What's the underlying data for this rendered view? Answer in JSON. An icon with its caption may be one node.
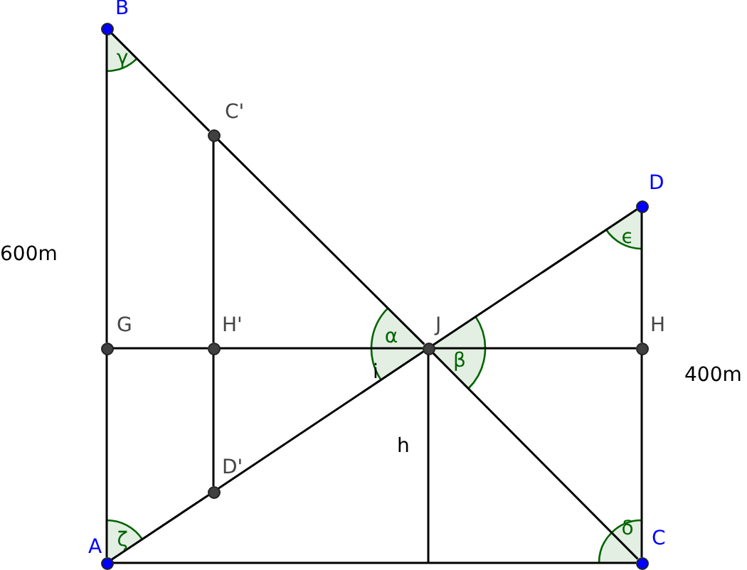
{
  "diagram": {
    "nodes": [
      {
        "text": [
          "B"
        ]
      },
      {
        "text": [
          "C'"
        ]
      },
      {
        "text": [
          "D"
        ]
      },
      {
        "text": [
          "G"
        ]
      },
      {
        "text": [
          "H'"
        ]
      },
      {
        "text": [
          "J"
        ]
      },
      {
        "text": [
          "H"
        ]
      },
      {
        "text": [
          "D'"
        ]
      },
      {
        "text": [
          "A"
        ]
      },
      {
        "text": [
          "C"
        ]
      }
    ],
    "edges": [
      {
        "from": 0,
        "to": 1,
        "arrow": "none"
      },
      {
        "from": 1,
        "to": 5,
        "arrow": "none"
      },
      {
        "from": 5,
        "to": 9,
        "arrow": "none"
      },
      {
        "from": 8,
        "to": 7,
        "arrow": "none"
      },
      {
        "from": 7,
        "to": 5,
        "arrow": "none",
        "label": "i"
      },
      {
        "from": 5,
        "to": 2,
        "arrow": "none"
      },
      {
        "from": 3,
        "to": 4,
        "arrow": "none"
      },
      {
        "from": 4,
        "to": 5,
        "arrow": "none"
      },
      {
        "from": 5,
        "to": 6,
        "arrow": "none"
      },
      {
        "from": 0,
        "to": 3,
        "arrow": "none"
      },
      {
        "from": 3,
        "to": 8,
        "arrow": "none"
      },
      {
        "from": 1,
        "to": 4,
        "arrow": "none"
      },
      {
        "from": 4,
        "to": 7,
        "arrow": "none"
      },
      {
        "from": 2,
        "to": 6,
        "arrow": "none"
      },
      {
        "from": 6,
        "to": 9,
        "arrow": "none"
      },
      {
        "from": 8,
        "to": 9,
        "arrow": "none"
      },
      {
        "from": 5,
        "to": null,
        "arrow": "none",
        "label": "h"
      }
    ],
    "labels": [
      "γ",
      "600m",
      "ϵ",
      "α",
      "β",
      "400m",
      "ζ",
      "δ"
    ]
  }
}
